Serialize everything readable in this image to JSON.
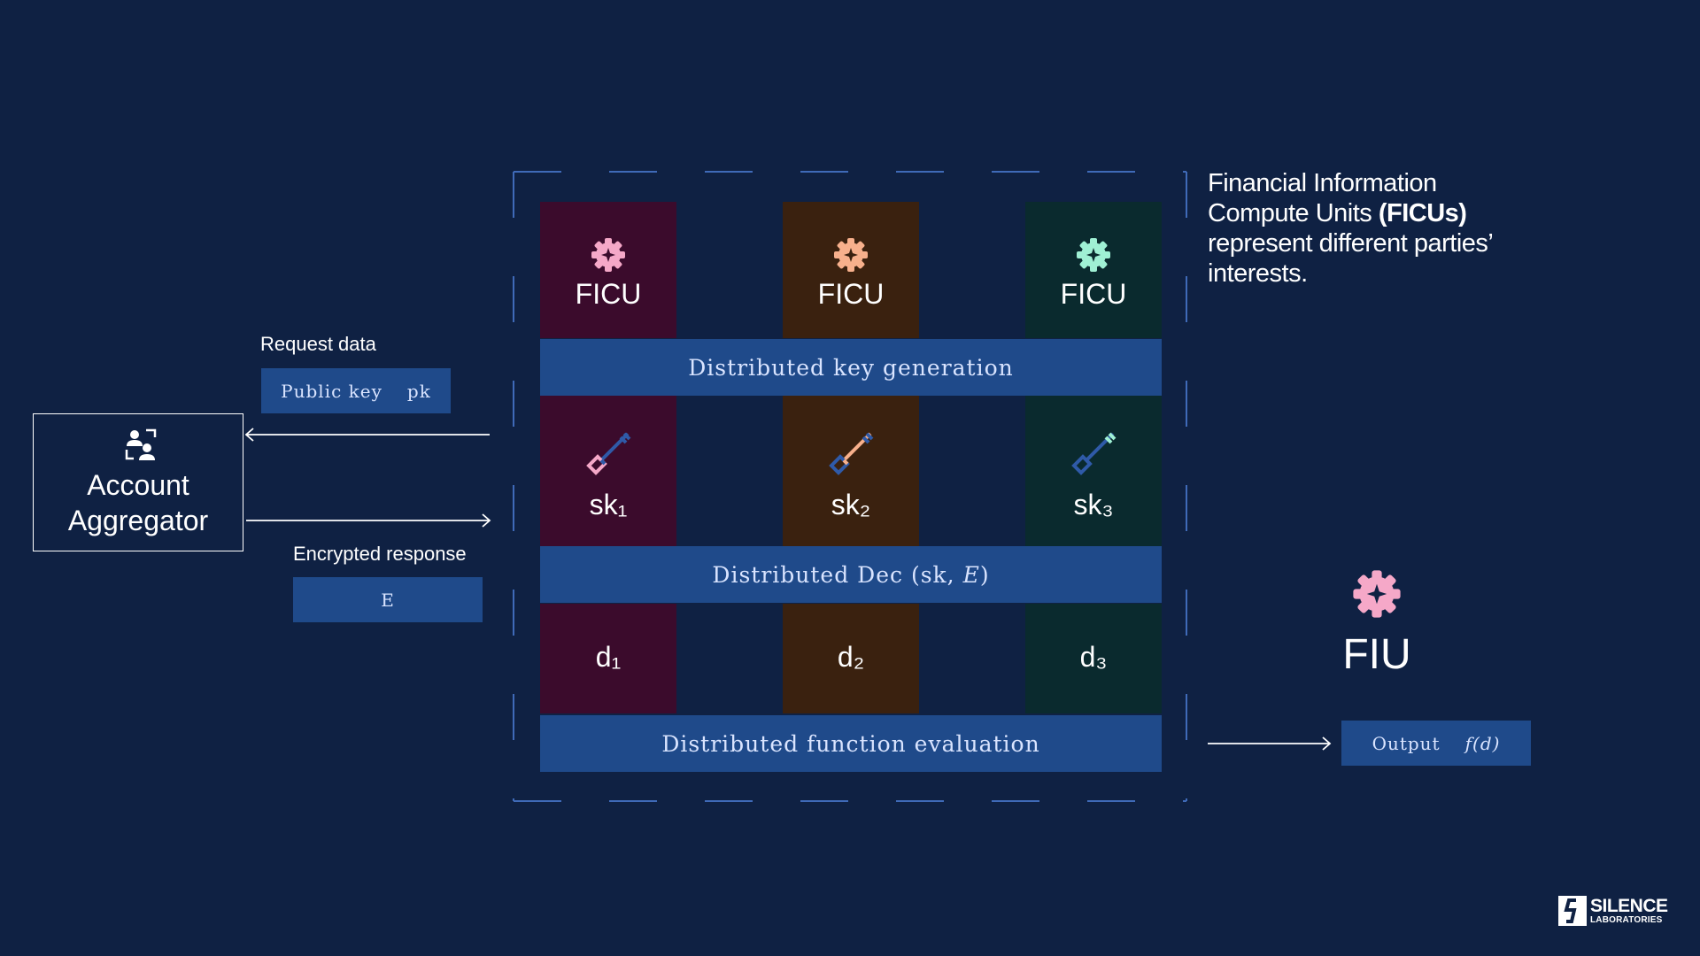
{
  "columns": [
    {
      "unit": "FICU",
      "key": "sk₁",
      "share": "d₁",
      "color": "#f5a8c8",
      "bg": "#3b0b2c"
    },
    {
      "unit": "FICU",
      "key": "sk₂",
      "share": "d₂",
      "color": "#f7b08c",
      "bg": "#3a210f"
    },
    {
      "unit": "FICU",
      "key": "sk₃",
      "share": "d₃",
      "color": "#9ff0d4",
      "bg": "#0a2a2e"
    }
  ],
  "bands": {
    "key_generation": "Distributed key generation",
    "decryption_prefix": "Distributed Dec (sk, ",
    "decryption_var": "E",
    "decryption_suffix": ")",
    "function_evaluation": "Distributed function evaluation"
  },
  "account_aggregator": {
    "title_line1": "Account",
    "title_line2": "Aggregator",
    "request_label": "Request data",
    "request_chip_text": "Public key",
    "request_chip_var": "pk",
    "response_label": "Encrypted response",
    "response_chip_text": "E"
  },
  "description": {
    "line1": "Financial Information",
    "line2_prefix": "Compute Units ",
    "line2_bold": "(FICUs)",
    "line3": "represent different parties’",
    "line4": "interests."
  },
  "fiu": {
    "label": "FIU",
    "output_text": "Output",
    "output_formula": "f(d)"
  },
  "brand": {
    "name": "SILENCE",
    "sub": "LABORATORIES"
  },
  "colors": {
    "background": "#0f2143",
    "band": "#1f4a8a",
    "frame": "#3f6ab8",
    "fiu_gear": "#f5a8c8"
  }
}
